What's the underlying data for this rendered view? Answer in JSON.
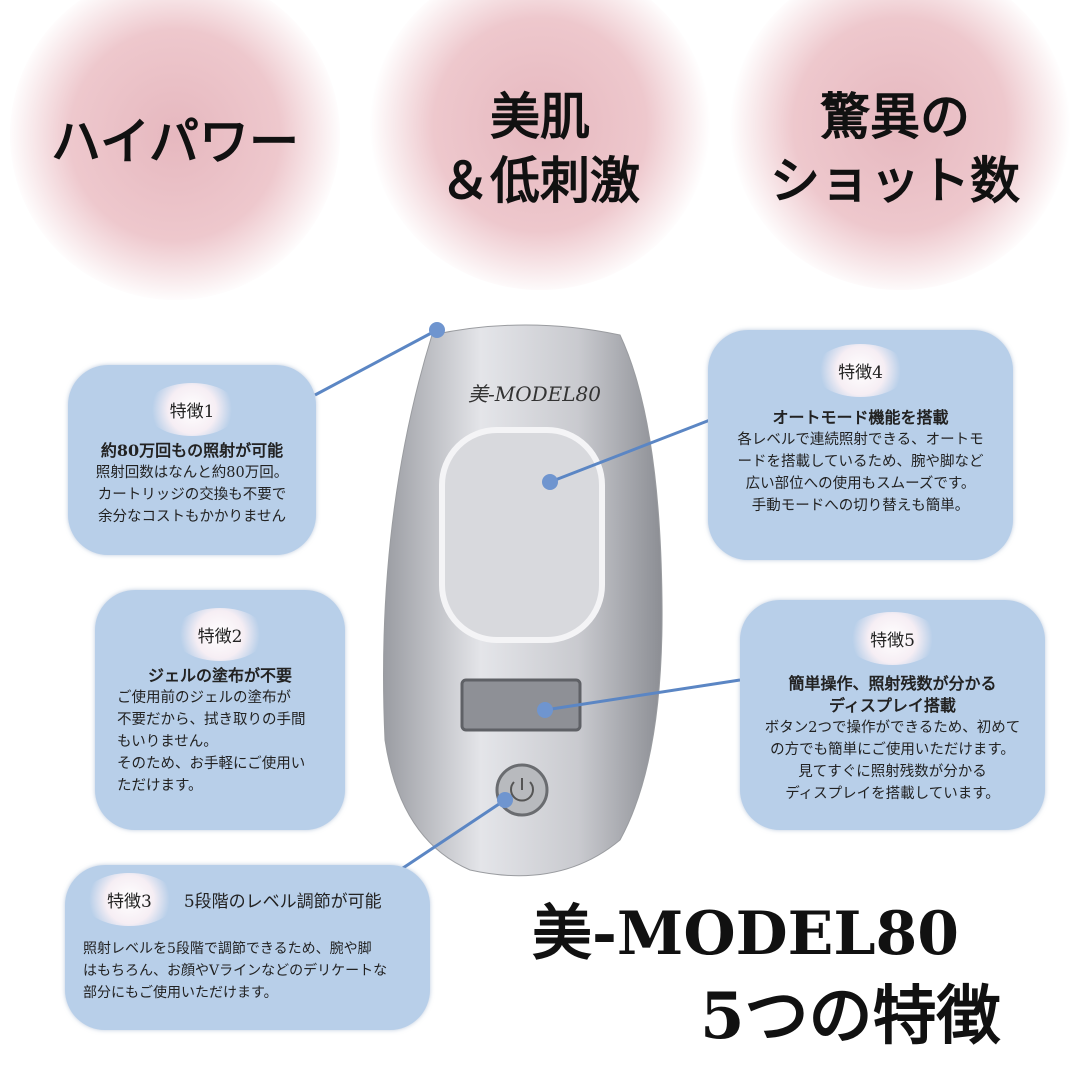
{
  "headlines": [
    {
      "lines": [
        "ハイパワー"
      ]
    },
    {
      "lines": [
        "美肌",
        "＆低刺激"
      ]
    },
    {
      "lines": [
        "驚異の",
        "ショット数"
      ]
    }
  ],
  "device": {
    "logo": "美-MODEL80"
  },
  "features": [
    {
      "label": "特徴1",
      "heading": "約80万回もの照射が可能",
      "body": [
        "照射回数はなんと約80万回。",
        "カートリッジの交換も不要で",
        "余分なコストもかかりません"
      ]
    },
    {
      "label": "特徴2",
      "heading": "ジェルの塗布が不要",
      "body": [
        "ご使用前のジェルの塗布が",
        "不要だから、拭き取りの手間",
        "もいりません。",
        "そのため、お手軽にご使用い",
        "ただけます。"
      ]
    },
    {
      "label": "特徴3",
      "heading": "5段階のレベル調節が可能",
      "body": [
        "照射レベルを5段階で調節できるため、腕や脚",
        "はもちろん、お顔やVラインなどのデリケートな",
        "部分にもご使用いただけます。"
      ]
    },
    {
      "label": "特徴4",
      "heading": "オートモード機能を搭載",
      "body": [
        "各レベルで連続照射できる、オートモ",
        "ードを搭載しているため、腕や脚など",
        "広い部位への使用もスムーズです。",
        "手動モードへの切り替えも簡単。"
      ]
    },
    {
      "label": "特徴5",
      "heading": [
        "簡単操作、照射残数が分かる",
        "ディスプレイ搭載"
      ],
      "body": [
        "ボタン2つで操作ができるため、初めて",
        "の方でも簡単にご使用いただけます。",
        "見てすぐに照射残数が分かる",
        "ディスプレイを搭載しています。"
      ]
    }
  ],
  "title": {
    "line1": "美-MODEL80",
    "line2": "5つの特徴"
  },
  "colors": {
    "box": "#b8cfe9",
    "blob": "#e6b8bf",
    "connector": "#5b86c4"
  }
}
